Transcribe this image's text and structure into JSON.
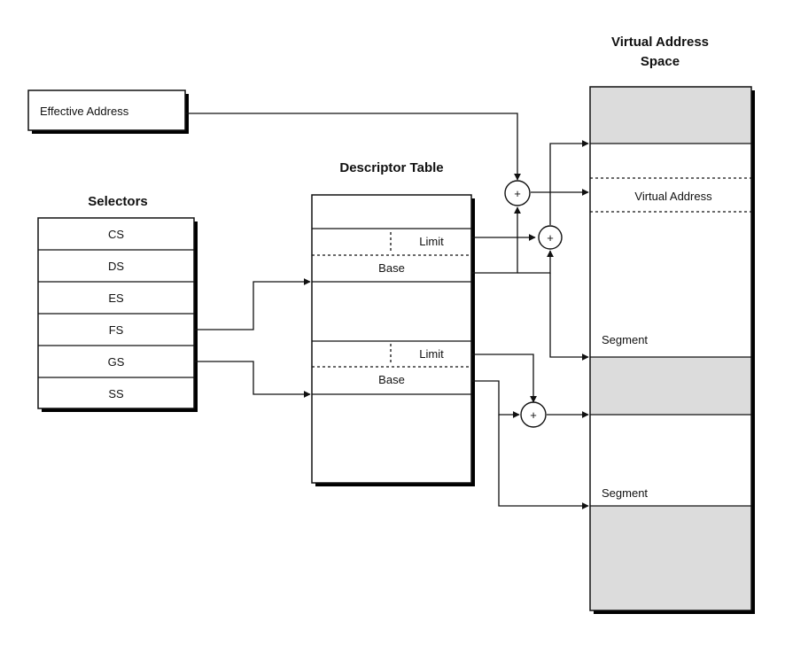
{
  "effective_address": {
    "label": "Effective Address"
  },
  "selectors": {
    "title": "Selectors",
    "registers": [
      "CS",
      "DS",
      "ES",
      "FS",
      "GS",
      "SS"
    ]
  },
  "descriptor_table": {
    "title": "Descriptor Table",
    "entry_1": {
      "limit": "Limit",
      "base": "Base"
    },
    "entry_2": {
      "limit": "Limit",
      "base": "Base"
    }
  },
  "virtual_address_space": {
    "title_line1": "Virtual Address",
    "title_line2": "Space",
    "virtual_address_label": "Virtual Address",
    "segment_1_label": "Segment",
    "segment_2_label": "Segment"
  },
  "adder_symbol": "+",
  "colors": {
    "segment_fill": "#dcdcdc",
    "stroke": "#111111"
  }
}
